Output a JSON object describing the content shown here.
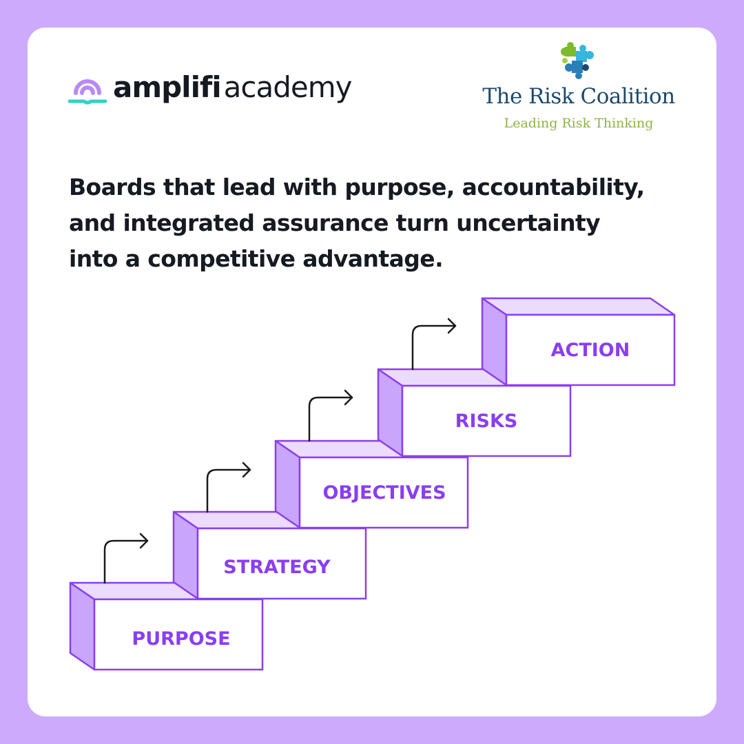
{
  "brand": {
    "name_bold": "amplifi",
    "name_light": "academy",
    "mark_icon": "amplifi-signal-book-icon",
    "colors": {
      "mark_top": "#b98af5",
      "mark_base": "#2fd3c3",
      "text": "#151a22"
    }
  },
  "partner": {
    "name": "The Risk Coalition",
    "tagline": "Leading Risk Thinking",
    "mark_icon": "puzzle-molecule-icon",
    "colors": {
      "name": "#1c4a6e",
      "tagline": "#8cb33e",
      "mark_green": "#7dbb2e",
      "mark_blue": "#2b7fb8",
      "mark_cyan": "#36b6dc"
    }
  },
  "headline": {
    "line1": "Boards that lead with purpose, accountability,",
    "line2": "and integrated assurance turn uncertainty",
    "line3": "into a competitive advantage."
  },
  "steps": [
    {
      "label": "PURPOSE"
    },
    {
      "label": "STRATEGY"
    },
    {
      "label": "OBJECTIVES"
    },
    {
      "label": "RISKS"
    },
    {
      "label": "ACTION"
    }
  ],
  "colors": {
    "background": "#cdaafb",
    "card": "#ffffff",
    "block_outline": "#8a3ef0",
    "block_side": "#c9a6fb",
    "block_top": "#ebdcfe",
    "label": "#8a3ef0",
    "arrow": "#1a1a1a"
  },
  "icons": {
    "step_arrow": "curved-arrow-right-icon"
  }
}
